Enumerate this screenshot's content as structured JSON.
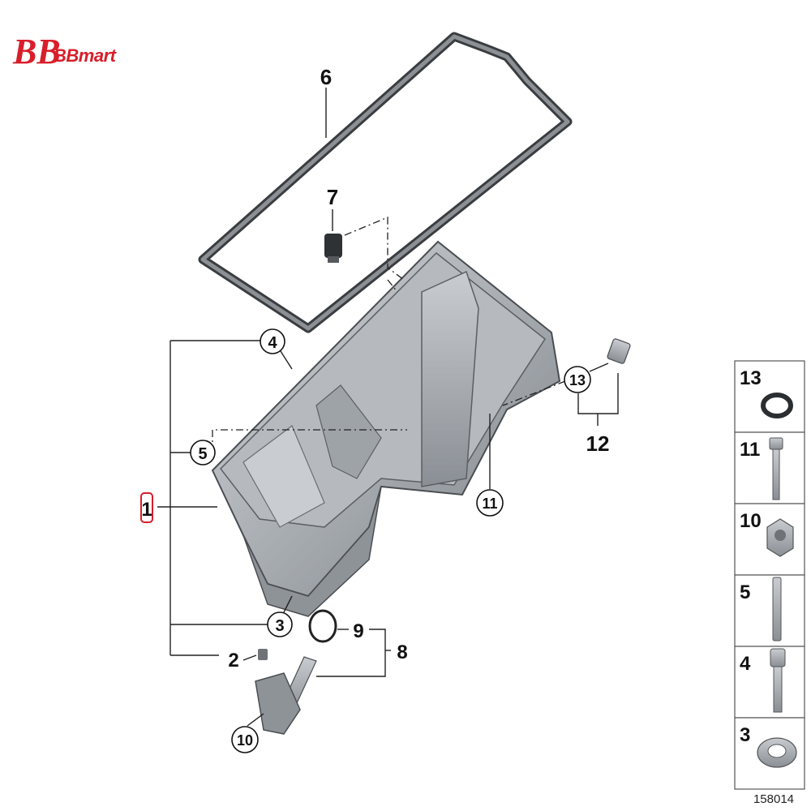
{
  "brand": {
    "name": "BBmart",
    "logo_letters": "BB",
    "color": "#d81e2a"
  },
  "callouts": {
    "c1": "1",
    "c2": "2",
    "c3": "3",
    "c4": "4",
    "c5": "5",
    "c6": "6",
    "c7": "7",
    "c8": "8",
    "c9": "9",
    "c10": "10",
    "c11": "11",
    "c12": "12",
    "c13": "13"
  },
  "legend": [
    {
      "number": "13",
      "icon": "o-ring-icon"
    },
    {
      "number": "11",
      "icon": "long-bolt-icon"
    },
    {
      "number": "10",
      "icon": "hex-nut-icon"
    },
    {
      "number": "5",
      "icon": "stud-icon"
    },
    {
      "number": "4",
      "icon": "socket-screw-icon"
    },
    {
      "number": "3",
      "icon": "washer-icon"
    }
  ],
  "diagram_code": "158014",
  "colors": {
    "highlight": "#d81e2a",
    "metal": "#9aa0a6"
  }
}
